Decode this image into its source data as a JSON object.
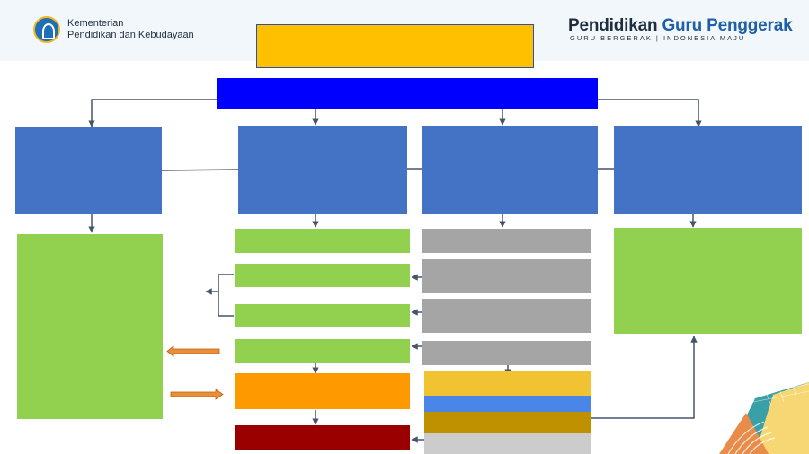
{
  "header": {
    "ministry_line1": "Kementerian",
    "ministry_line2": "Pendidikan dan Kebudayaan",
    "program_title_part1": "Pendidikan ",
    "program_title_part2": "Guru Penggerak",
    "tagline": "GURU BERGERAK | INDONESIA MAJU"
  },
  "colors": {
    "title_box": "#ffc000",
    "title_border": "#2f4faf",
    "main_bar": "#0000ff",
    "category_box": "#4472c4",
    "green_box": "#92d050",
    "gray_box": "#a5a5a5",
    "orange_box": "#ff9900",
    "dark_red_box": "#9b0000",
    "yellow_band": "#f1c232",
    "blue_band": "#4a86e8",
    "gold_band": "#bf9000",
    "light_gray_band": "#cccccc",
    "arrow_orange": "#e69138",
    "connector": "#44546a"
  }
}
